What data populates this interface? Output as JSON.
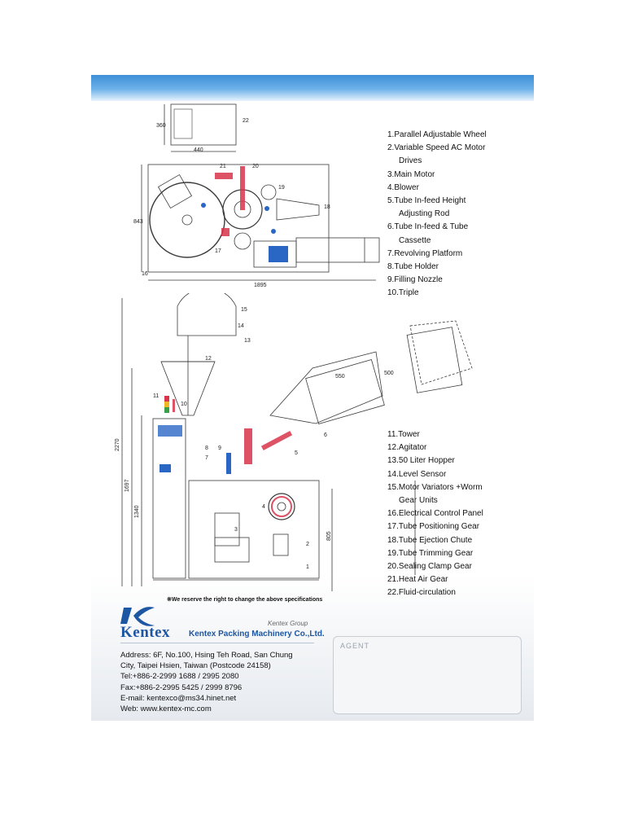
{
  "legend_top": [
    {
      "text": "1.Parallel Adjustable Wheel"
    },
    {
      "text": "2.Variable Speed AC Motor"
    },
    {
      "text": "Drives",
      "cont": true
    },
    {
      "text": "3.Main Motor"
    },
    {
      "text": "4.Blower"
    },
    {
      "text": "5.Tube In-feed Height"
    },
    {
      "text": "Adjusting Rod",
      "cont": true
    },
    {
      "text": "6.Tube In-feed & Tube"
    },
    {
      "text": "Cassette",
      "cont": true
    },
    {
      "text": "7.Revolving Platform"
    },
    {
      "text": "8.Tube Holder"
    },
    {
      "text": "9.Filling Nozzle"
    },
    {
      "text": "10.Triple"
    }
  ],
  "legend_bottom": [
    {
      "text": "11.Tower"
    },
    {
      "text": "12.Agitator"
    },
    {
      "text": "13.50 Liter Hopper"
    },
    {
      "text": "14.Level Sensor"
    },
    {
      "text": "15.Motor Variators +Worm"
    },
    {
      "text": "Gear Units",
      "cont": true
    },
    {
      "text": "16.Electrical Control Panel"
    },
    {
      "text": "17.Tube Positioning Gear"
    },
    {
      "text": "18.Tube Ejection Chute"
    },
    {
      "text": "19.Tube Trimming Gear"
    },
    {
      "text": "20.Sealing Clamp Gear"
    },
    {
      "text": "21.Heat Air Gear"
    },
    {
      "text": "22.Fluid-circulation"
    }
  ],
  "drawing_top": {
    "dims": {
      "w440": "440",
      "h360": "360",
      "w1895": "1895",
      "h843": "843"
    },
    "callouts": {
      "c22": "22",
      "c21": "21",
      "c20": "20",
      "c19": "19",
      "c18": "18",
      "c17": "17",
      "c16": "16"
    }
  },
  "drawing_side": {
    "dims": {
      "h2270": "2270",
      "h1697": "1697",
      "h1340": "1340",
      "h805": "805",
      "w550": "550",
      "w500": "500"
    },
    "callouts": {
      "c15": "15",
      "c14": "14",
      "c13": "13",
      "c12": "12",
      "c11": "11",
      "c10": "10",
      "c8": "8",
      "c9": "9",
      "c7": "7",
      "c6": "6",
      "c5": "5",
      "c4": "4",
      "c3": "3",
      "c2": "2",
      "c1": "1"
    }
  },
  "disclaimer": "※We reserve the right to change the above specifications",
  "footer": {
    "brand": "Kentex",
    "company": "Kentex Packing Machinery Co.,Ltd.",
    "group": "Kentex Group",
    "address_lines": [
      "Address: 6F, No.100, Hsing Teh Road, San Chung",
      "City, Taipei Hsien, Taiwan (Postcode 24158)",
      "Tel:+886-2-2999 1688 / 2995 2080",
      "Fax:+886-2-2995 5425 / 2999 8796",
      "E-mail: kentexco@ms34.hinet.net",
      "Web: www.kentex-mc.com"
    ],
    "agent_label": "AGENT"
  },
  "colors": {
    "band": "#4f9fe0",
    "brand": "#1d56a3",
    "drawing": "#3a3a3a",
    "accent_red": "#d8344a",
    "accent_blue": "#2a66c4"
  }
}
